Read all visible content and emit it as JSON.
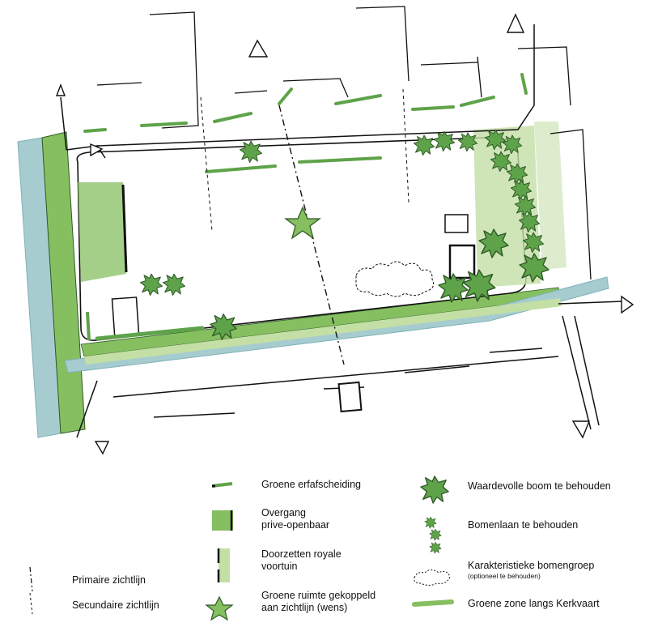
{
  "colors": {
    "green_dark": "#5ea34a",
    "green_mid": "#86bf60",
    "green_light": "#c3dfa5",
    "green_pale": "#dceccd",
    "water": "#a6ccd0",
    "water_edge": "#7fb1b7",
    "line": "#111111"
  },
  "legend": {
    "groene_erfafscheiding": "Groene erfafscheiding",
    "overgang_line1": "Overgang",
    "overgang_line2": "prive-openbaar",
    "doorzetten_line1": "Doorzetten royale",
    "doorzetten_line2": "voortuin",
    "groene_ruimte_line1": "Groene ruimte gekoppeld",
    "groene_ruimte_line2": "aan zichtlijn (wens)",
    "primaire_zichtlijn": "Primaire zichtlijn",
    "secundaire_zichtlijn": "Secundaire zichtlijn",
    "waardevolle_boom": "Waardevolle boom te behouden",
    "bomenlaan": "Bomenlaan te behouden",
    "karakteristieke_line1": "Karakteristieke bomengroep",
    "karakteristieke_line2": "(optioneel te behouden)",
    "groene_zone": "Groene zone langs Kerkvaart"
  },
  "icons": {
    "tree": "tree-icon",
    "star": "star-icon",
    "tree_row": "tree-row-icon",
    "tree_group": "tree-group-icon",
    "arrow": "arrow-icon"
  }
}
